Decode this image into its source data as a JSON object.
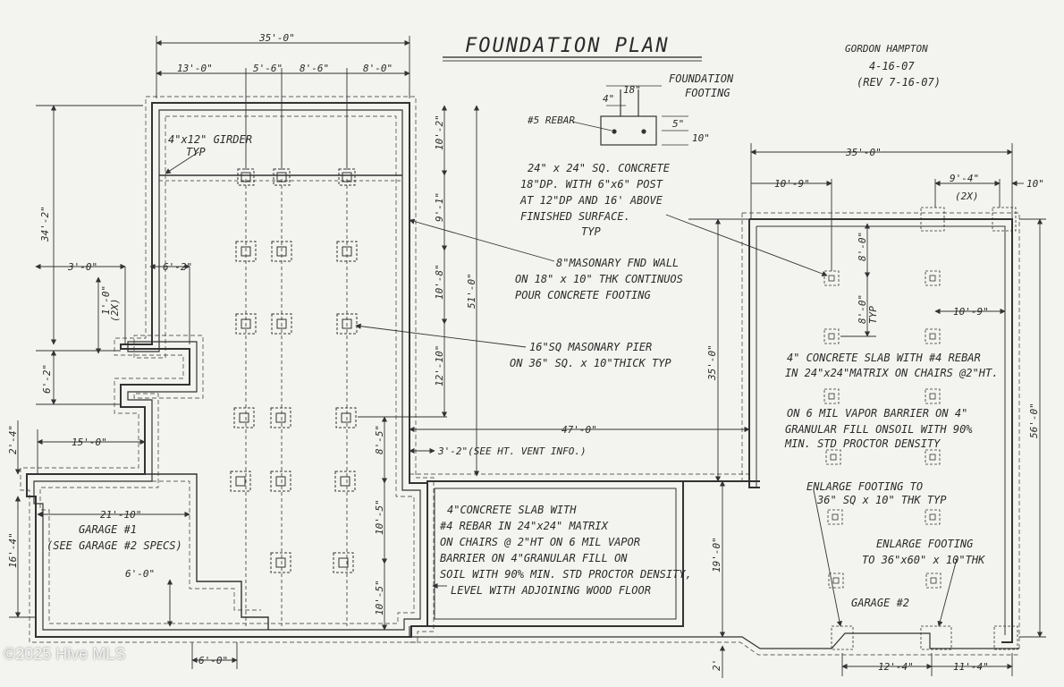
{
  "title": "FOUNDATION PLAN",
  "author": "GORDON HAMPTON",
  "date": "4-16-07",
  "revision": "(REV 7-16-07)",
  "footing_detail": {
    "label_1": "FOUNDATION",
    "label_2": "FOOTING",
    "dim_top": "18\"",
    "dim_left": "4\"",
    "dim_right_1": "5\"",
    "dim_right_2": "10\"",
    "rebar": "#5 REBAR"
  },
  "dims": {
    "top_overall": "35'-0\"",
    "top_1": "13'-0\"",
    "top_2": "5'-6\"",
    "top_3": "8'-6\"",
    "top_4": "8'-0\"",
    "left_overall": "34'-2\"",
    "right_51": "51'-0\"",
    "v_10_2": "10'-2\"",
    "v_9_1": "9'-1\"",
    "v_10_8": "10'-8\"",
    "v_12_10": "12'-10\"",
    "v_8_5": "8'-5\"",
    "v_10_5a": "10'-5\"",
    "v_10_5b": "10'-5\"",
    "bump_3_0": "3'-0\"",
    "bump_6_2a": "6'-2\"",
    "bump_1_0": "1'-0\"",
    "bump_2x": "(2X)",
    "bump_6_2b": "6'-2\"",
    "dim_2_4": "2'-4\"",
    "dim_15_0": "15'-0\"",
    "dim_21_10": "21'-10\"",
    "dim_16_4": "16'-4\"",
    "dim_6_0a": "6'-0\"",
    "dim_6_0b": "6'-0\"",
    "mid_35_0": "35'-0\"",
    "mid_47_0": "47'-0\"",
    "mid_3_2": "3'-2\"(SEE HT. VENT INFO.)",
    "mid_19_0": "19'-0\"",
    "mid_2": "2'",
    "g2_top": "35'-0\"",
    "g2_10_9a": "10'-9\"",
    "g2_9_4": "9'-4\"",
    "g2_2x": "(2X)",
    "g2_10": "10\"",
    "g2_8_0a": "8'-0\"",
    "g2_8_0b": "8'-0\"",
    "g2_typ": "TYP",
    "g2_10_9b": "10'-9\"",
    "g2_56_0": "56'-0\"",
    "g2_12_4": "12'-4\"",
    "g2_11_4": "11'-4\""
  },
  "notes": {
    "girder_1": "4\"x12\" GIRDER",
    "girder_2": "TYP",
    "post_1": "24\" x 24\" SQ. CONCRETE",
    "post_2": "18\"DP. WITH 6\"x6\" POST",
    "post_3": "AT 12\"DP AND 16' ABOVE",
    "post_4": "FINISHED SURFACE.",
    "post_5": "TYP",
    "wall_1": "8\"MASONARY FND WALL",
    "wall_2": "ON 18\" x 10\" THK CONTINUOS",
    "wall_3": "POUR CONCRETE FOOTING",
    "pier_1": "16\"SQ MASONARY PIER",
    "pier_2": "ON 36\" SQ. x 10\"THICK TYP",
    "slab_g2_1": "4\" CONCRETE SLAB WITH #4 REBAR",
    "slab_g2_2": "IN 24\"x24\"MATRIX ON CHAIRS @2\"HT.",
    "vapor_1": "ON 6 MIL VAPOR BARRIER ON 4\"",
    "vapor_2": "GRANULAR FILL ONSOIL WITH 90%",
    "vapor_3": "MIN. STD PROCTOR DENSITY",
    "enlarge_1a": "ENLARGE FOOTING TO",
    "enlarge_1b": "36\" SQ x 10\" THK TYP",
    "enlarge_2a": "ENLARGE FOOTING",
    "enlarge_2b": "TO 36\"x60\" x 10\"THK",
    "garage_1a": "GARAGE #1",
    "garage_1b": "(SEE GARAGE #2 SPECS)",
    "garage_2": "GARAGE #2",
    "center_1": "4\"CONCRETE SLAB WITH",
    "center_2": "#4 REBAR IN 24\"x24\" MATRIX",
    "center_3": "ON CHAIRS @ 2\"HT ON 6 MIL VAPOR",
    "center_4": "BARRIER ON 4\"GRANULAR FILL ON",
    "center_5": "SOIL WITH 90% MIN. STD PROCTOR DENSITY,",
    "center_6": "LEVEL WITH ADJOINING WOOD FLOOR"
  },
  "watermark": "©2025 Hive MLS"
}
